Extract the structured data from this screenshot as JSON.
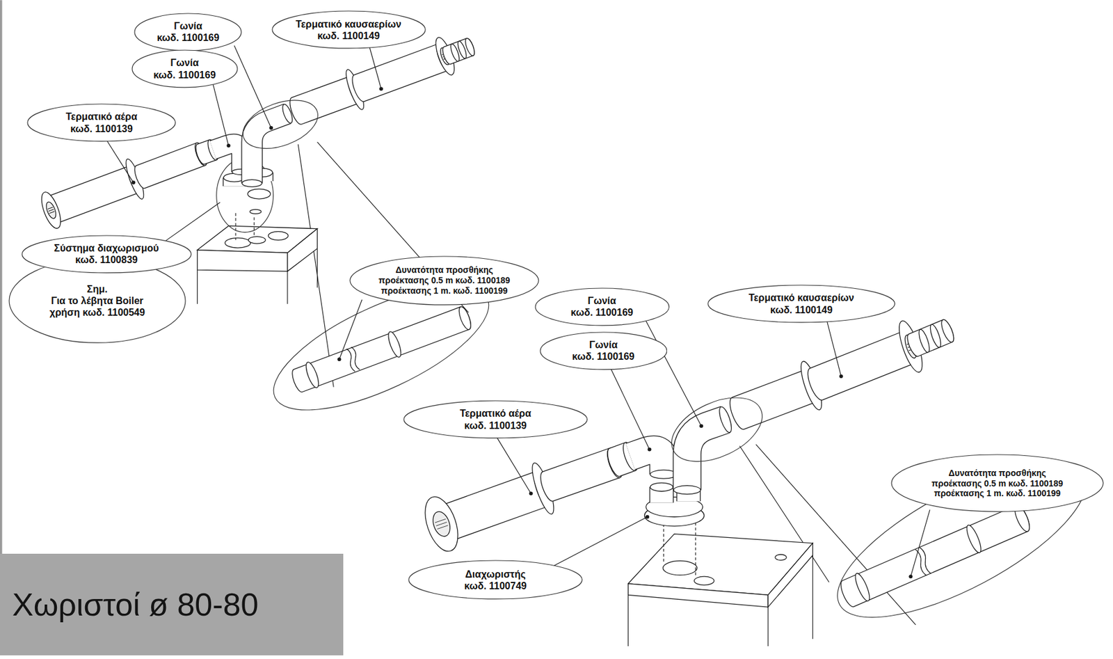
{
  "diagram": {
    "title": "Χωριστοί ø 80-80",
    "nodes": [
      {
        "text": [
          "Γωνία κωδ. 1100169"
        ]
      },
      {
        "text": [
          "Τερματικό καυσαερίων κωδ. 1100149"
        ]
      },
      {
        "text": [
          "Γωνία κωδ. 1100169"
        ]
      },
      {
        "text": [
          "Τερματικό αέρα κωδ. 1100139"
        ]
      },
      {
        "text": [
          "Σύστημα διαχωρισμού κωδ. 1100839"
        ]
      },
      {
        "text": [
          "Σημ. Για το λέβητα Boiler χρήση κωδ. 1100549"
        ]
      },
      {
        "text": [
          "Δυνατότητα προσθήκης προέκτασης 0.5 m κωδ. 1100189 προέκτασης 1 m. κωδ. 1100199"
        ]
      },
      {
        "text": [
          "Γωνία κωδ. 1100169"
        ]
      },
      {
        "text": [
          "Τερματικό καυσαερίων κωδ. 1100149"
        ]
      },
      {
        "text": [
          "Γωνία κωδ. 1100169"
        ]
      },
      {
        "text": [
          "Τερματικό αέρα κωδ. 1100139"
        ]
      },
      {
        "text": [
          "Δυνατότητα προσθήκης προέκτασης 0.5 m κωδ. 1100189 προέκτασης 1 m. κωδ. 1100199"
        ]
      },
      {
        "text": [
          "Διαχωριστής κωδ. 1100749"
        ]
      }
    ]
  }
}
